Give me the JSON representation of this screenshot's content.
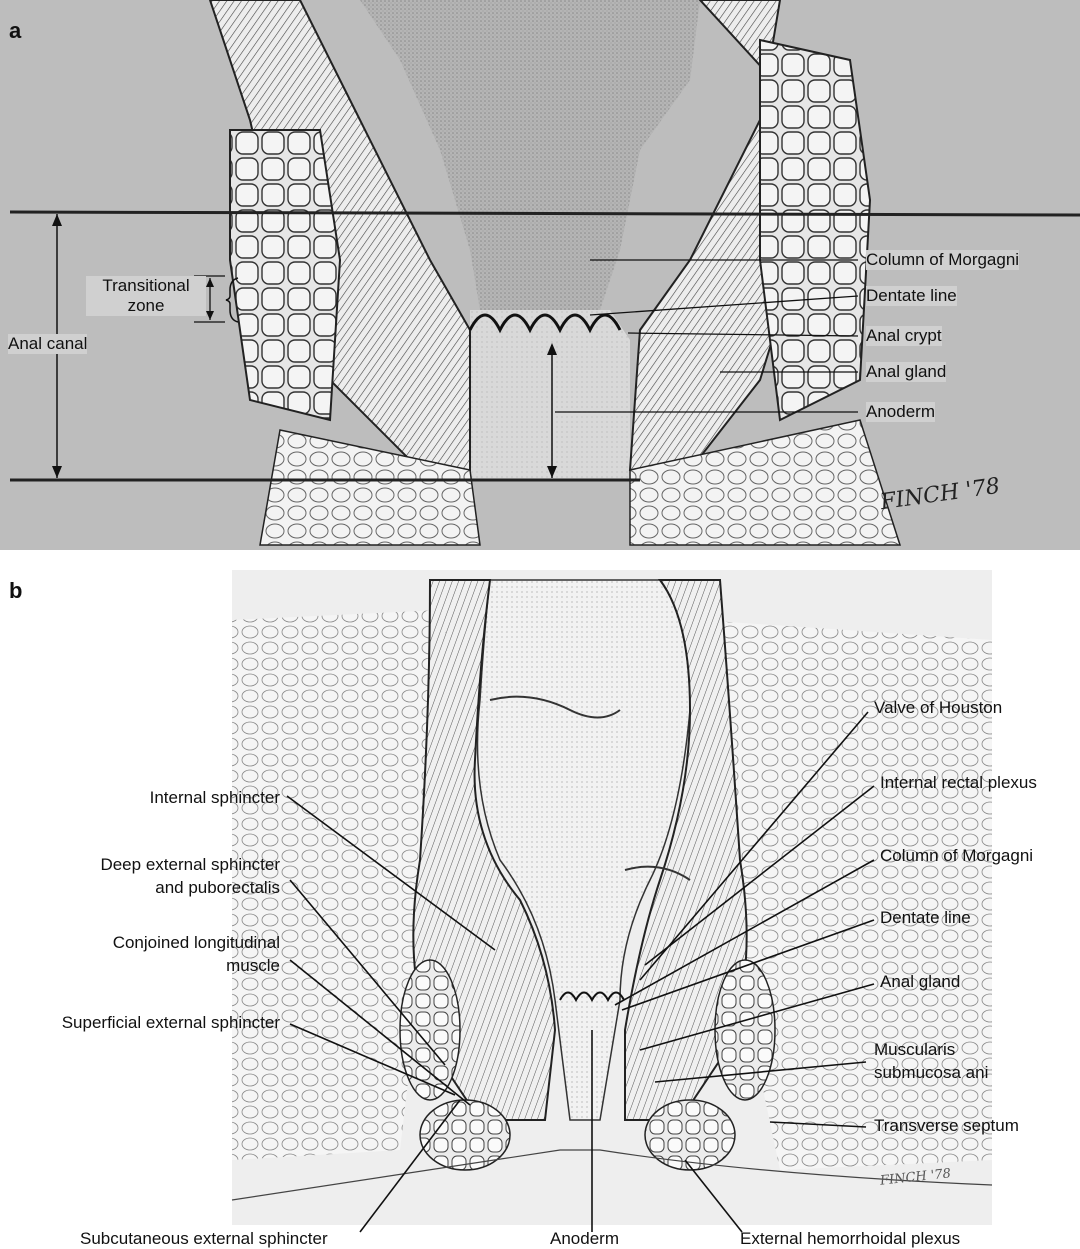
{
  "panel_a": {
    "letter": "a",
    "signature": "FINCH '78",
    "labels": {
      "transitional_zone": "Transitional\nzone",
      "anal_canal": "Anal canal",
      "column_of_morgagni": "Column of Morgagni",
      "dentate_line": "Dentate line",
      "anal_crypt": "Anal crypt",
      "anal_gland": "Anal gland",
      "anoderm": "Anoderm"
    }
  },
  "panel_b": {
    "letter": "b",
    "signature": "FINCH '78",
    "labels": {
      "valve_of_houston": "Valve of Houston",
      "internal_rectal_plexus": "Internal rectal plexus",
      "column_of_morgagni": "Column of Morgagni",
      "dentate_line": "Dentate line",
      "anal_gland": "Anal gland",
      "muscularis_submucosa_ani": "Muscularis\nsubmucosa ani",
      "transverse_septum": "Transverse septum",
      "internal_sphincter": "Internal sphincter",
      "deep_external_sphincter": "Deep external sphincter\nand puborectalis",
      "conjoined_longitudinal_muscle": "Conjoined longitudinal\nmuscle",
      "superficial_external_sphincter": "Superficial external sphincter",
      "subcutaneous_external_sphincter": "Subcutaneous external sphincter",
      "anoderm": "Anoderm",
      "external_hemorrhoidal_plexus": "External hemorrhoidal plexus"
    }
  }
}
